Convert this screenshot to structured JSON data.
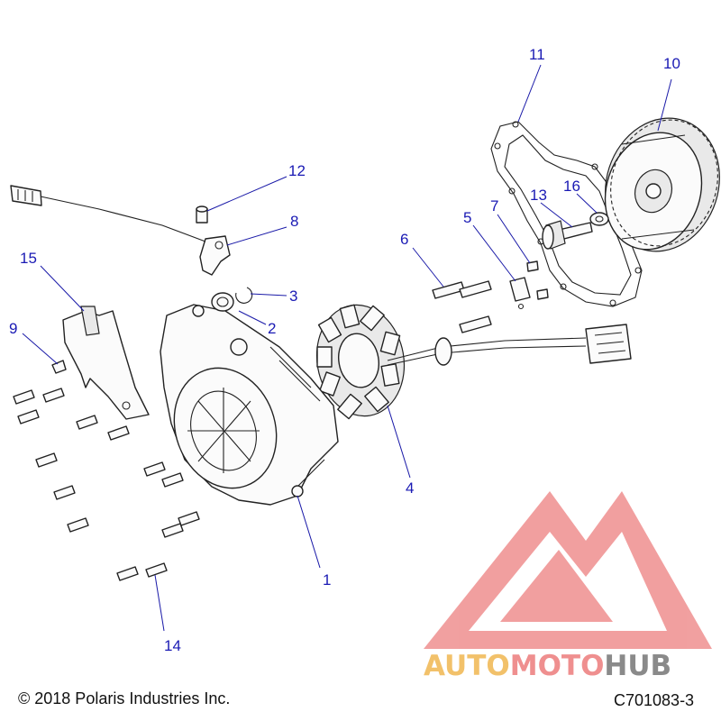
{
  "diagram": {
    "callouts": [
      {
        "id": "1",
        "label": "1"
      },
      {
        "id": "2",
        "label": "2"
      },
      {
        "id": "3",
        "label": "3"
      },
      {
        "id": "4",
        "label": "4"
      },
      {
        "id": "5",
        "label": "5"
      },
      {
        "id": "6",
        "label": "6"
      },
      {
        "id": "7",
        "label": "7"
      },
      {
        "id": "8",
        "label": "8"
      },
      {
        "id": "9",
        "label": "9"
      },
      {
        "id": "10",
        "label": "10"
      },
      {
        "id": "11",
        "label": "11"
      },
      {
        "id": "12",
        "label": "12"
      },
      {
        "id": "13",
        "label": "13"
      },
      {
        "id": "14",
        "label": "14"
      },
      {
        "id": "15",
        "label": "15"
      },
      {
        "id": "16",
        "label": "16"
      }
    ]
  },
  "footer": {
    "copyright": "© 2018 Polaris Industries Inc.",
    "diagram_code": "C701083-3"
  },
  "watermark": {
    "part1": "AUTO",
    "part2": "MOTO",
    "part3": "HUB",
    "colors": {
      "logo": "#ef8f8f",
      "auto": "#f2c16a",
      "moto": "#ef8f8f",
      "hub": "#8a8a8a"
    }
  },
  "colors": {
    "callout": "#1a1ab4",
    "outline": "#222222"
  }
}
